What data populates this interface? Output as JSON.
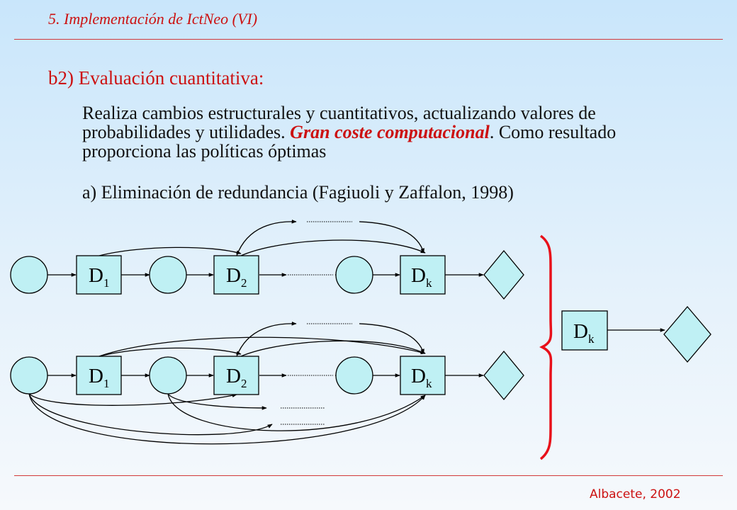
{
  "slide": {
    "header": "5. Implementación de IctNeo (VI)",
    "section_title": "b2) Evaluación cuantitativa:",
    "paragraph": {
      "part1": "Realiza cambios estructurales y cuantitativos, actualizando valores de probabilidades y utilidades. ",
      "emphasis": "Gran coste computacional",
      "part2": ". Como resultado proporciona las políticas óptimas"
    },
    "item_a": "a) Eliminación de redundancia (Fagiuoli y Zaffalon, 1998)",
    "footer": "Albacete, 2002"
  },
  "diagram": {
    "letter": "D",
    "top_row": {
      "nodes": [
        {
          "sub": "1"
        },
        {
          "sub": "2"
        },
        {
          "sub": "k"
        }
      ]
    },
    "bottom_row": {
      "nodes": [
        {
          "sub": "1"
        },
        {
          "sub": "2"
        },
        {
          "sub": "k"
        }
      ]
    },
    "result": {
      "sub": "k"
    },
    "colors": {
      "node_fill": "#bff0f4",
      "brace": "#e8101a",
      "accent": "#cc1111"
    }
  }
}
